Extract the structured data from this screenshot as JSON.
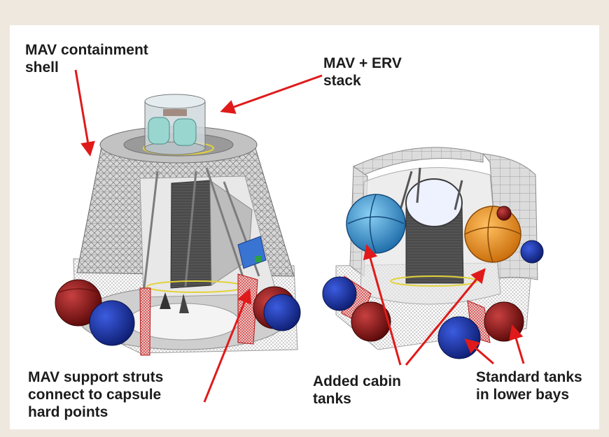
{
  "labels": {
    "containment_shell": "MAV containment\nshell",
    "stack": "MAV + ERV\nstack",
    "support_struts": "MAV support struts\nconnect to capsule\nhard points",
    "cabin_tanks": "Added cabin\ntanks",
    "standard_tanks": "Standard tanks\nin lower bays"
  },
  "colors": {
    "arrow": "#e01a1a",
    "shell_grey": "#b9b9b9",
    "tank_red": "#8e1212",
    "tank_blue": "#1e3aa8",
    "tank_cyan": "#3aa0d8",
    "tank_orange": "#f09018",
    "background": "#efe8df"
  }
}
